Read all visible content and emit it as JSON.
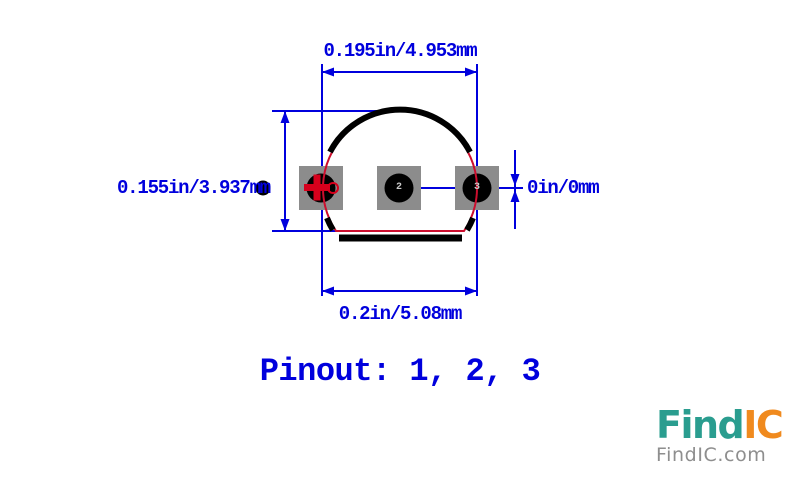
{
  "diagram": {
    "type": "component-footprint",
    "dimensions": {
      "top": "0.195in/4.953mm",
      "left": "0.155in/3.937mm",
      "right": "0in/0mm",
      "bottom": "0.2in/5.08mm"
    },
    "pads": [
      {
        "number": "1",
        "marker": "plus-polarity"
      },
      {
        "number": "2",
        "marker": ""
      },
      {
        "number": "3",
        "marker": ""
      }
    ],
    "pad_labels": {
      "pad2": "2",
      "pad3": "3"
    },
    "pinout_label": "Pinout: 1, 2, 3",
    "colors": {
      "dimension_blue": "#0000DD",
      "outline_red": "#CC0E2E",
      "silkscreen_black": "#000000",
      "pad_gray": "#8C8C8C",
      "background": "#FFFFFF"
    }
  },
  "logo": {
    "part1": "Find",
    "part2": "IC",
    "domain": "FindIC.com",
    "color_teal": "#2A9D8F",
    "color_orange": "#F08A1E",
    "color_gray": "#8E8E8E"
  }
}
